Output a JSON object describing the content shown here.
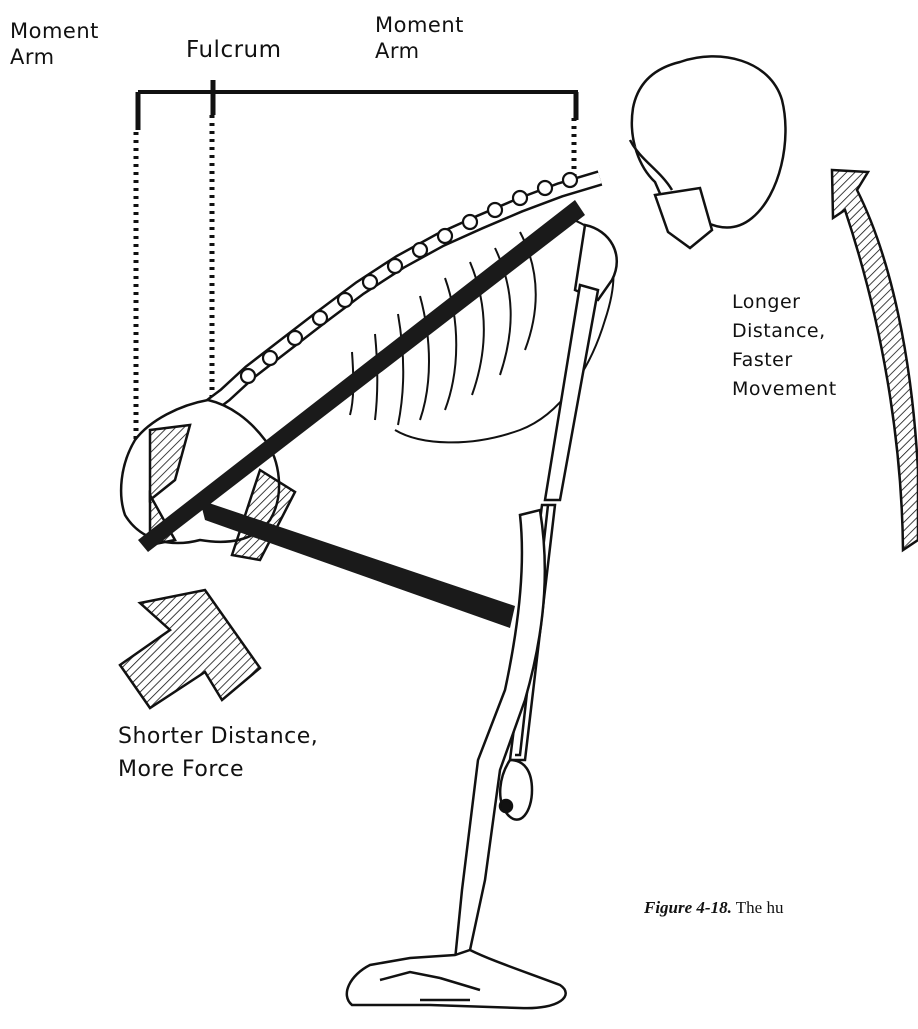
{
  "labels": {
    "moment_arm_left_line1": "Moment",
    "moment_arm_left_line2": "Arm",
    "fulcrum": "Fulcrum",
    "moment_arm_right_line1": "Moment",
    "moment_arm_right_line2": "Arm",
    "longer_line1": "Longer",
    "longer_line2": "Distance,",
    "longer_line3": "Faster",
    "longer_line4": "Movement",
    "shorter_line1": "Shorter Distance,",
    "shorter_line2": "More Force"
  },
  "caption": {
    "figure_label": "Figure 4-18.",
    "text": "The hu"
  },
  "colors": {
    "ink": "#111111",
    "background": "#ffffff",
    "lever": "#1a1a1a"
  }
}
